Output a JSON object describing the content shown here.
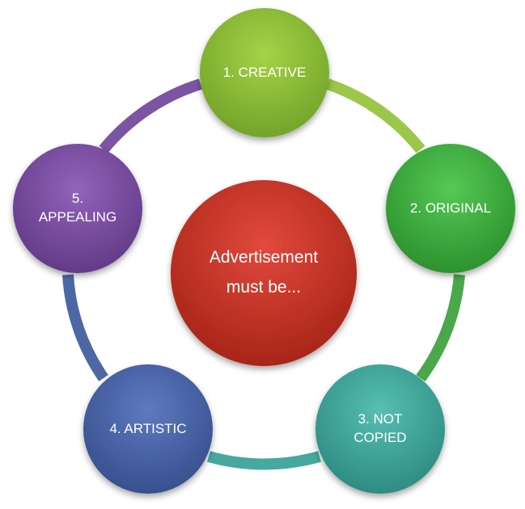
{
  "center": {
    "line1": "Advertisement",
    "line2": "must be..."
  },
  "nodes": [
    {
      "id": "creative",
      "line1": "1. CREATIVE",
      "line2": "",
      "color": "#8bbd36"
    },
    {
      "id": "original",
      "line1": "2. ORIGINAL",
      "line2": "",
      "color": "#3fae3f"
    },
    {
      "id": "not-copied",
      "line1": "3. NOT",
      "line2": "COPIED",
      "color": "#3fa89c"
    },
    {
      "id": "artistic",
      "line1": "4. ARTISTIC",
      "line2": "",
      "color": "#4a65a8"
    },
    {
      "id": "appealing",
      "line1": "5.",
      "line2": "APPEALING",
      "color": "#7a4ea0"
    }
  ],
  "center_color": "#c23226"
}
